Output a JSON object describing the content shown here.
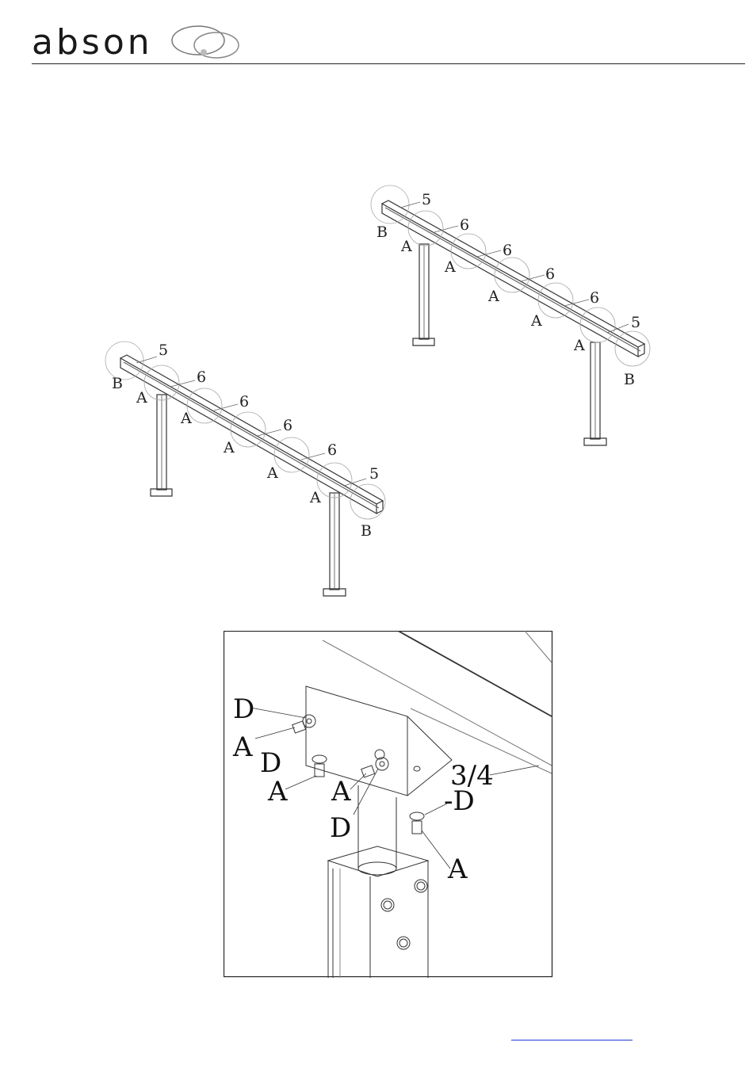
{
  "brand": {
    "name": "abson"
  },
  "diagram_labels": {
    "part_end": "5",
    "part_mid": "6",
    "detail_a": "A",
    "detail_b": "B"
  },
  "detail_labels": {
    "fastener_d": "D",
    "fastener_a": "A",
    "part_ref": "3/4",
    "fastener_d_dash": "-D"
  }
}
